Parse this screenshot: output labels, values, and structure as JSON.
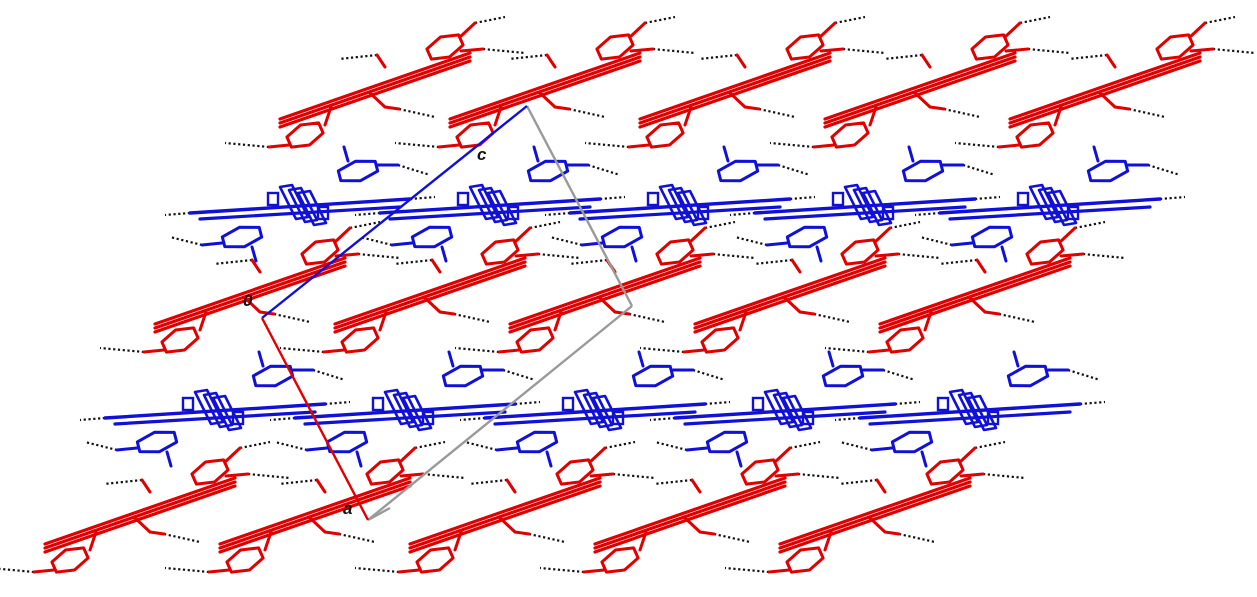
{
  "figure": {
    "description_free": true,
    "colors": {
      "background": "#ffffff",
      "red_molecules": "#e00000",
      "blue_molecules": "#1010d8",
      "hydrogen_bonds": "#111111",
      "cell_edge_grey": "#9a9a9a",
      "axis_a": "#e00000",
      "axis_c": "#1010d8"
    },
    "labels": {
      "origin": "0",
      "axis_a": "a",
      "axis_c": "c"
    },
    "icon_names": [
      "crystal-packing-diagram",
      "unit-cell-outline",
      "hydrogen-bond-dotted-lines"
    ]
  }
}
